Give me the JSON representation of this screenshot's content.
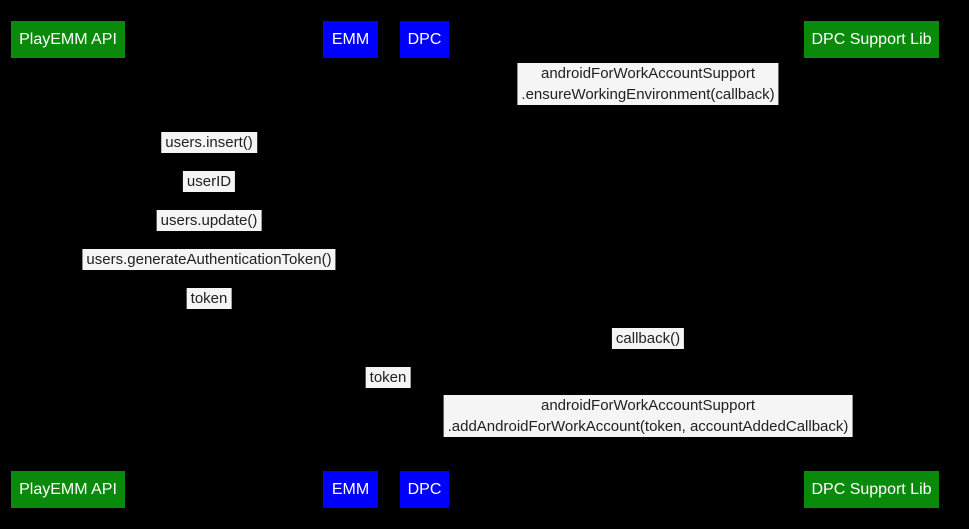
{
  "colors": {
    "background": "#000000",
    "actor-green": "#0a8a0a",
    "actor-blue": "#0000ff",
    "actor-text": "#ffffff",
    "label-bg": "#f5f5f5",
    "label-text": "#212121"
  },
  "actors": [
    {
      "label": "PlayEMM API"
    },
    {
      "label": "EMM"
    },
    {
      "label": "DPC"
    },
    {
      "label": "DPC Support Lib"
    }
  ],
  "messages": [
    {
      "line1": "androidForWorkAccountSupport",
      "line2": ".ensureWorkingEnvironment(callback)"
    },
    {
      "line1": "users.insert()"
    },
    {
      "line1": "userID"
    },
    {
      "line1": "users.update()"
    },
    {
      "line1": "users.generateAuthenticationToken()"
    },
    {
      "line1": "token"
    },
    {
      "line1": "callback()"
    },
    {
      "line1": "token"
    },
    {
      "line1": "androidForWorkAccountSupport",
      "line2": ".addAndroidForWorkAccount(token, accountAddedCallback)"
    }
  ]
}
